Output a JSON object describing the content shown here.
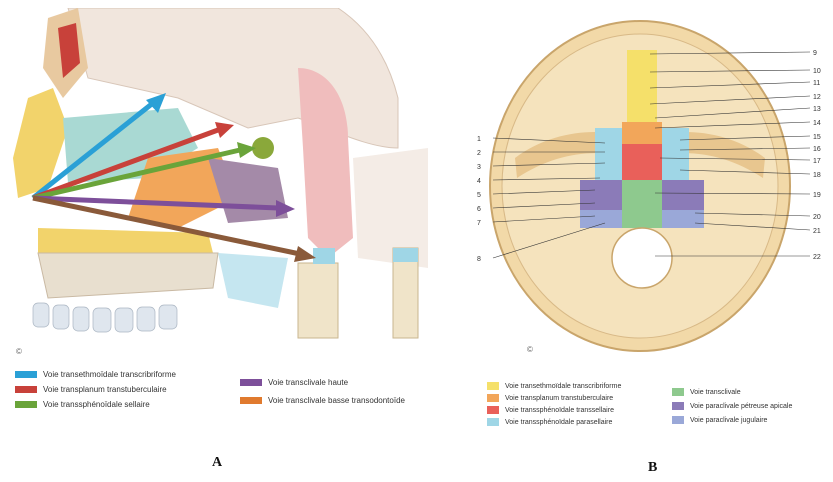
{
  "panel_a": {
    "figure_label": "A",
    "copyright_mark": "©",
    "legend": [
      {
        "label": "Voie transethmoïdale transcribriforme",
        "color": "#2aa0d6"
      },
      {
        "label": "Voie transplanum transtuberculaire",
        "color": "#c8413a"
      },
      {
        "label": "Voie transsphénoïdale sellaire",
        "color": "#6aa43a"
      },
      {
        "label": "Voie transclivale haute",
        "color": "#7d4f9a"
      },
      {
        "label": "Voie transclivale basse transodontoïde",
        "color": "#e07a2e"
      }
    ]
  },
  "panel_b": {
    "figure_label": "B",
    "copyright_mark": "©",
    "left_numbers": [
      "1",
      "2",
      "3",
      "4",
      "5",
      "6",
      "7",
      "8"
    ],
    "right_numbers": [
      "9",
      "10",
      "11",
      "12",
      "13",
      "14",
      "15",
      "16",
      "17",
      "18",
      "19",
      "20",
      "21",
      "22"
    ],
    "legend": [
      {
        "label": "Voie transethmoïdale transcribriforme",
        "color": "#f5e06a"
      },
      {
        "label": "Voie transplanum transtuberculaire",
        "color": "#f2a65a"
      },
      {
        "label": "Voie transsphénoïdale transsellaire",
        "color": "#e9605a"
      },
      {
        "label": "Voie transsphénoïdale parasellaire",
        "color": "#9fd6e6"
      },
      {
        "label": "Voie transclivale",
        "color": "#8ec98e"
      },
      {
        "label": "Voie paraclivale pétreuse apicale",
        "color": "#8b7bb8"
      },
      {
        "label": "Voie paraclivale jugulaire",
        "color": "#9aa8d8"
      }
    ]
  }
}
